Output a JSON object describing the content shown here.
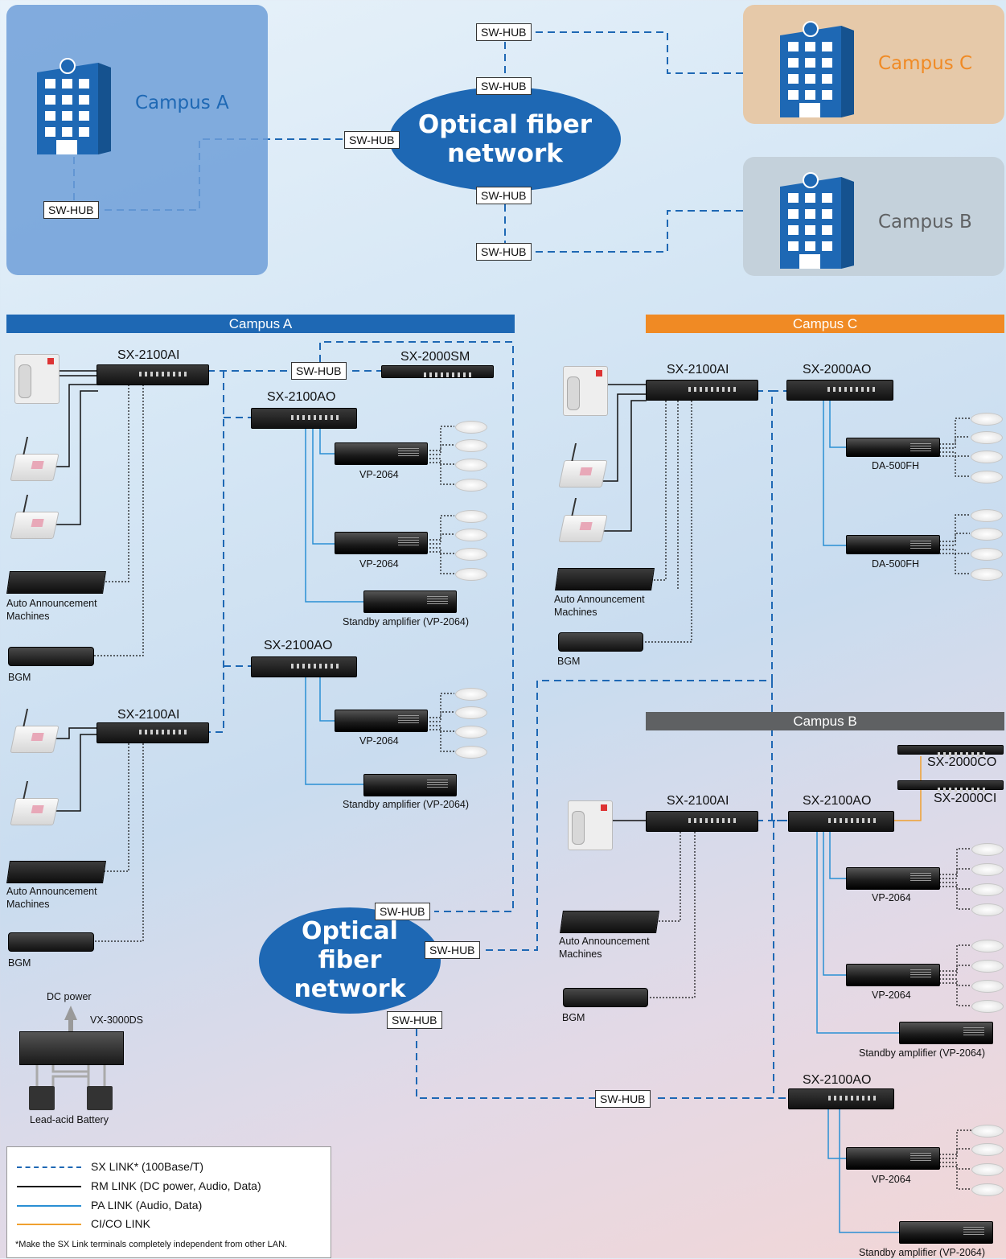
{
  "overview": {
    "campus_a": "Campus A",
    "campus_b": "Campus B",
    "campus_c": "Campus C",
    "fiber_line1": "Optical fiber",
    "fiber_line2": "network",
    "hub": "SW-HUB"
  },
  "sections": {
    "campus_a": "Campus A",
    "campus_c": "Campus C",
    "campus_b": "Campus B"
  },
  "devices": {
    "sx2100ai": "SX-2100AI",
    "sx2100ao": "SX-2100AO",
    "sx2000sm": "SX-2000SM",
    "sx2000ao": "SX-2000AO",
    "sx2000co": "SX-2000CO",
    "sx2000ci": "SX-2000CI",
    "vp2064": "VP-2064",
    "da500fh": "DA-500FH",
    "standby": "Standby amplifier (VP-2064)",
    "aam_line1": "Auto Announcement",
    "aam_line2": "Machines",
    "bgm": "BGM",
    "dc_power": "DC power",
    "vx3000ds": "VX-3000DS",
    "battery": "Lead-acid Battery"
  },
  "fiber2": {
    "line1": "Optical",
    "line2": "fiber",
    "line3": "network"
  },
  "legend": {
    "sx_link": "SX LINK* (100Base/T)",
    "rm_link": "RM LINK (DC power, Audio, Data)",
    "pa_link": "PA LINK (Audio, Data)",
    "cico_link": "CI/CO LINK",
    "note": "*Make the SX Link terminals completely independent from other LAN."
  },
  "colors": {
    "blue": "#1e68b4",
    "orange": "#f08a24",
    "gray": "#5f6163",
    "pa_link": "#2a8fd4",
    "cico": "#f0a030",
    "sx_dash": "#1e68b4"
  }
}
